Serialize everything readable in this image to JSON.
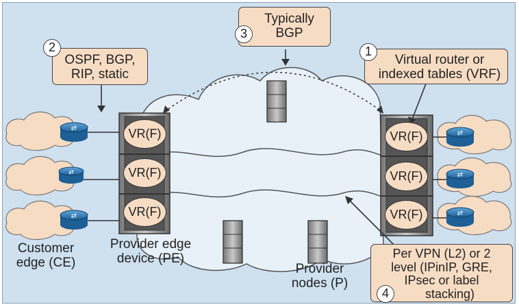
{
  "callouts": {
    "c2": {
      "number": "2",
      "line1": "OSPF, BGP,",
      "line2": "RIP, static"
    },
    "c3": {
      "number": "3",
      "line1": "Typically",
      "line2": "BGP"
    },
    "c1": {
      "number": "1",
      "line1": "Virtual router or",
      "line2": "indexed tables (VRF)"
    },
    "c4": {
      "number": "4",
      "line1": "Per VPN (L2) or 2",
      "line2": "level (IPinIP, GRE,",
      "line3": "IPsec or label",
      "line4": "stacking)"
    }
  },
  "labels": {
    "customer_edge": {
      "line1": "Customer",
      "line2": "edge (CE)"
    },
    "provider_edge": {
      "line1": "Provider edge",
      "line2": "device (PE)"
    },
    "provider_nodes": {
      "line1": "Provider",
      "line2": "nodes (P)"
    }
  },
  "vrf_label": "VR(F)",
  "vrf_left": [
    "VR(F)",
    "VR(F)",
    "VR(F)"
  ],
  "vrf_right": [
    "VR(F)",
    "VR(F)",
    "VR(F)"
  ],
  "colors": {
    "background": "#cfe0ef",
    "callout_fill": "#f7dcc4",
    "router_blue": "#2f7fbf",
    "cloud_fill": "#e8f1f8"
  }
}
